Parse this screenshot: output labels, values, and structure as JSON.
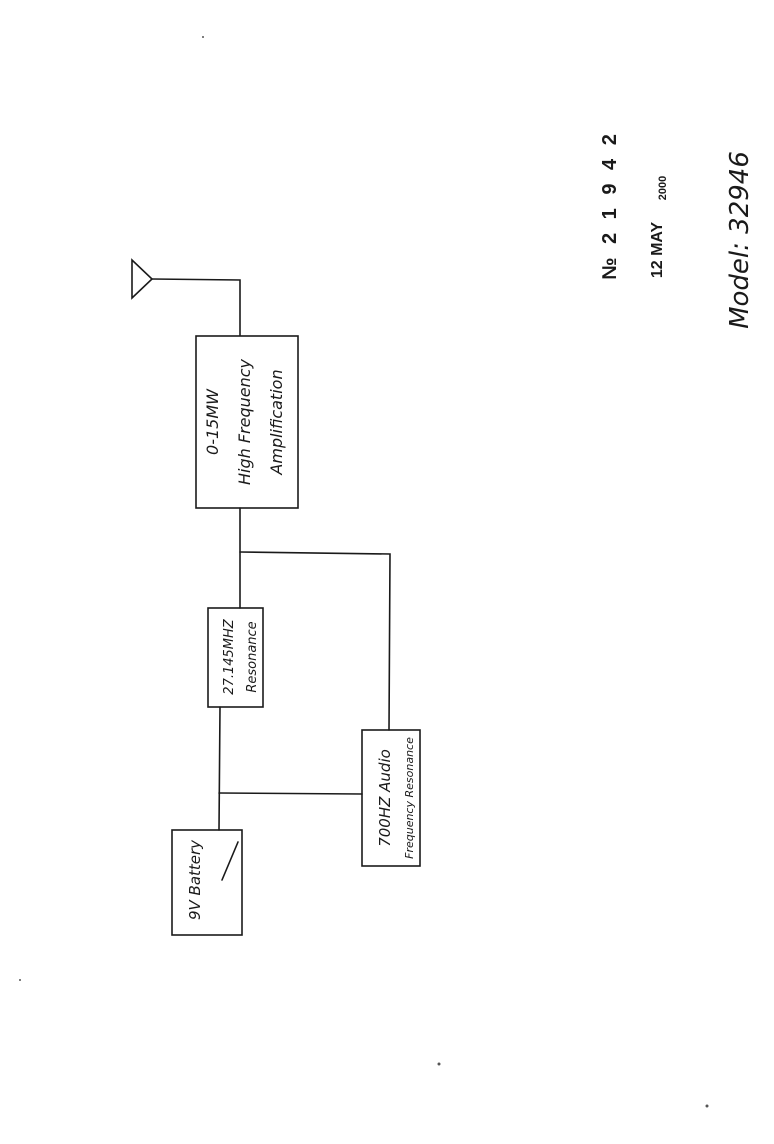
{
  "blocks": {
    "amplifier": {
      "line1": "0-15MW",
      "line2": "High Frequency",
      "line3": "Amplification"
    },
    "resonance": {
      "line1": "27.145MHZ",
      "line2": "Resonance"
    },
    "audio": {
      "line1": "700HZ Audio",
      "line2": "Frequency Resonance"
    },
    "battery": {
      "line1": "9V Battery"
    }
  },
  "stamp": {
    "number": "№ 2 1 9 4 2",
    "date_day_month": "12 MAY",
    "date_year": "2000"
  },
  "model": "Model: 32946",
  "colors": {
    "ink": "#1a1a1a",
    "paper": "#ffffff"
  }
}
